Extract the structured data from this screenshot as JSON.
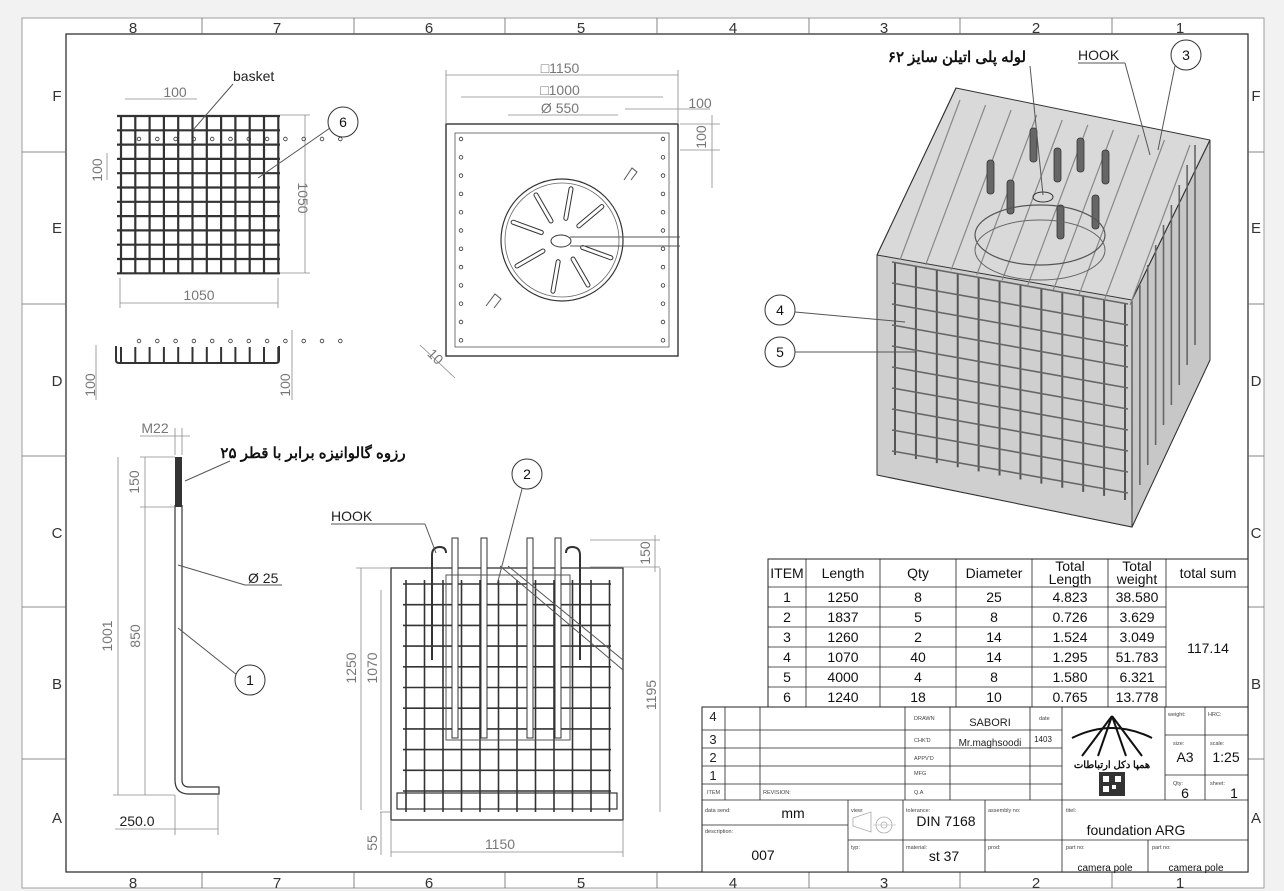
{
  "border": {
    "columns": [
      "8",
      "7",
      "6",
      "5",
      "4",
      "3",
      "2",
      "1"
    ],
    "rows": [
      "F",
      "E",
      "D",
      "C",
      "B",
      "A"
    ]
  },
  "basket_view": {
    "label": "basket",
    "bubble": "6",
    "dim_spacing_h": "100",
    "dim_spacing_v": "100",
    "dim_height": "1050",
    "dim_width": "1050",
    "dim_side_left": "100",
    "dim_side_right": "100"
  },
  "top_view": {
    "dim_1150": "□1150",
    "dim_1000": "□1000",
    "dim_550": "Ø 550",
    "dim_100a": "100",
    "dim_100b": "100",
    "dim_10": "10"
  },
  "bolt_view": {
    "thread": "M22",
    "note": "رزوه گالوانیزه برابر با قطر ۲۵",
    "dim_150": "150",
    "dim_1001": "1001",
    "dim_850": "850",
    "dia": "Ø 25",
    "foot": "250.0",
    "bubble": "1"
  },
  "front_view": {
    "hook": "HOOK",
    "bubble": "2",
    "dim_150": "150",
    "dim_1250": "1250",
    "dim_1070": "1070",
    "dim_1195": "1195",
    "dim_55": "55",
    "dim_1150": "1150"
  },
  "iso_view": {
    "pipe_note": "لوله پلی اتیلن سایز ۶۲",
    "hook": "HOOK",
    "bubble3": "3",
    "bubble4": "4",
    "bubble5": "5"
  },
  "bom": {
    "headers": [
      "ITEM",
      "Length",
      "Qty",
      "Diameter",
      "Total Length",
      "Total weight",
      "total sum"
    ],
    "rows": [
      [
        "1",
        "1250",
        "8",
        "25",
        "4.823",
        "38.580"
      ],
      [
        "2",
        "1837",
        "5",
        "8",
        "0.726",
        "3.629"
      ],
      [
        "3",
        "1260",
        "2",
        "14",
        "1.524",
        "3.049"
      ],
      [
        "4",
        "1070",
        "40",
        "14",
        "1.295",
        "51.783"
      ],
      [
        "5",
        "4000",
        "4",
        "8",
        "1.580",
        "6.321"
      ],
      [
        "6",
        "1240",
        "18",
        "10",
        "0.765",
        "13.778"
      ]
    ],
    "total": "117.14"
  },
  "title_block": {
    "rev_rows": [
      "4",
      "3",
      "2",
      "1"
    ],
    "item_label": "ITEM",
    "revision_label": "REVISION:",
    "drawn": "DRAWN",
    "chkd": "CHK'D",
    "appvd": "APPV'D",
    "mfg": "MFG",
    "qa": "Q.A",
    "date_label": "date",
    "drawn_by": "SABORI",
    "checked_by": "Mr.maghsoodi",
    "date": "1403",
    "company": "همپا دکل ارتباطات",
    "weight_label": "weight:",
    "hrc_label": "HRC:",
    "size_label": "size:",
    "size": "A3",
    "scale_label": "scale:",
    "scale": "1:25",
    "qty_label": "Qty:",
    "qty": "6",
    "sheet_label": "sheet:",
    "sheet": "1",
    "units_label": "data send:",
    "units": "mm",
    "view_label": "view:",
    "tolerance_label": "tolerance:",
    "tolerance": "DIN 7168",
    "assembly_label": "assembly no:",
    "title_label": "titel:",
    "title": "foundation ARG",
    "description_label": "description:",
    "description": "007",
    "typ_label": "typ:",
    "material_label": "material:",
    "material": "st 37",
    "prod_label": "prod:",
    "partno_label": "part no:",
    "partno": "camera pole",
    "partno2_label": "part no:",
    "partno2": "camera pole"
  },
  "colors": {
    "line": "#333333",
    "dim": "#777777",
    "paper": "#ffffff",
    "iso_fill": "#d9d9d9"
  }
}
